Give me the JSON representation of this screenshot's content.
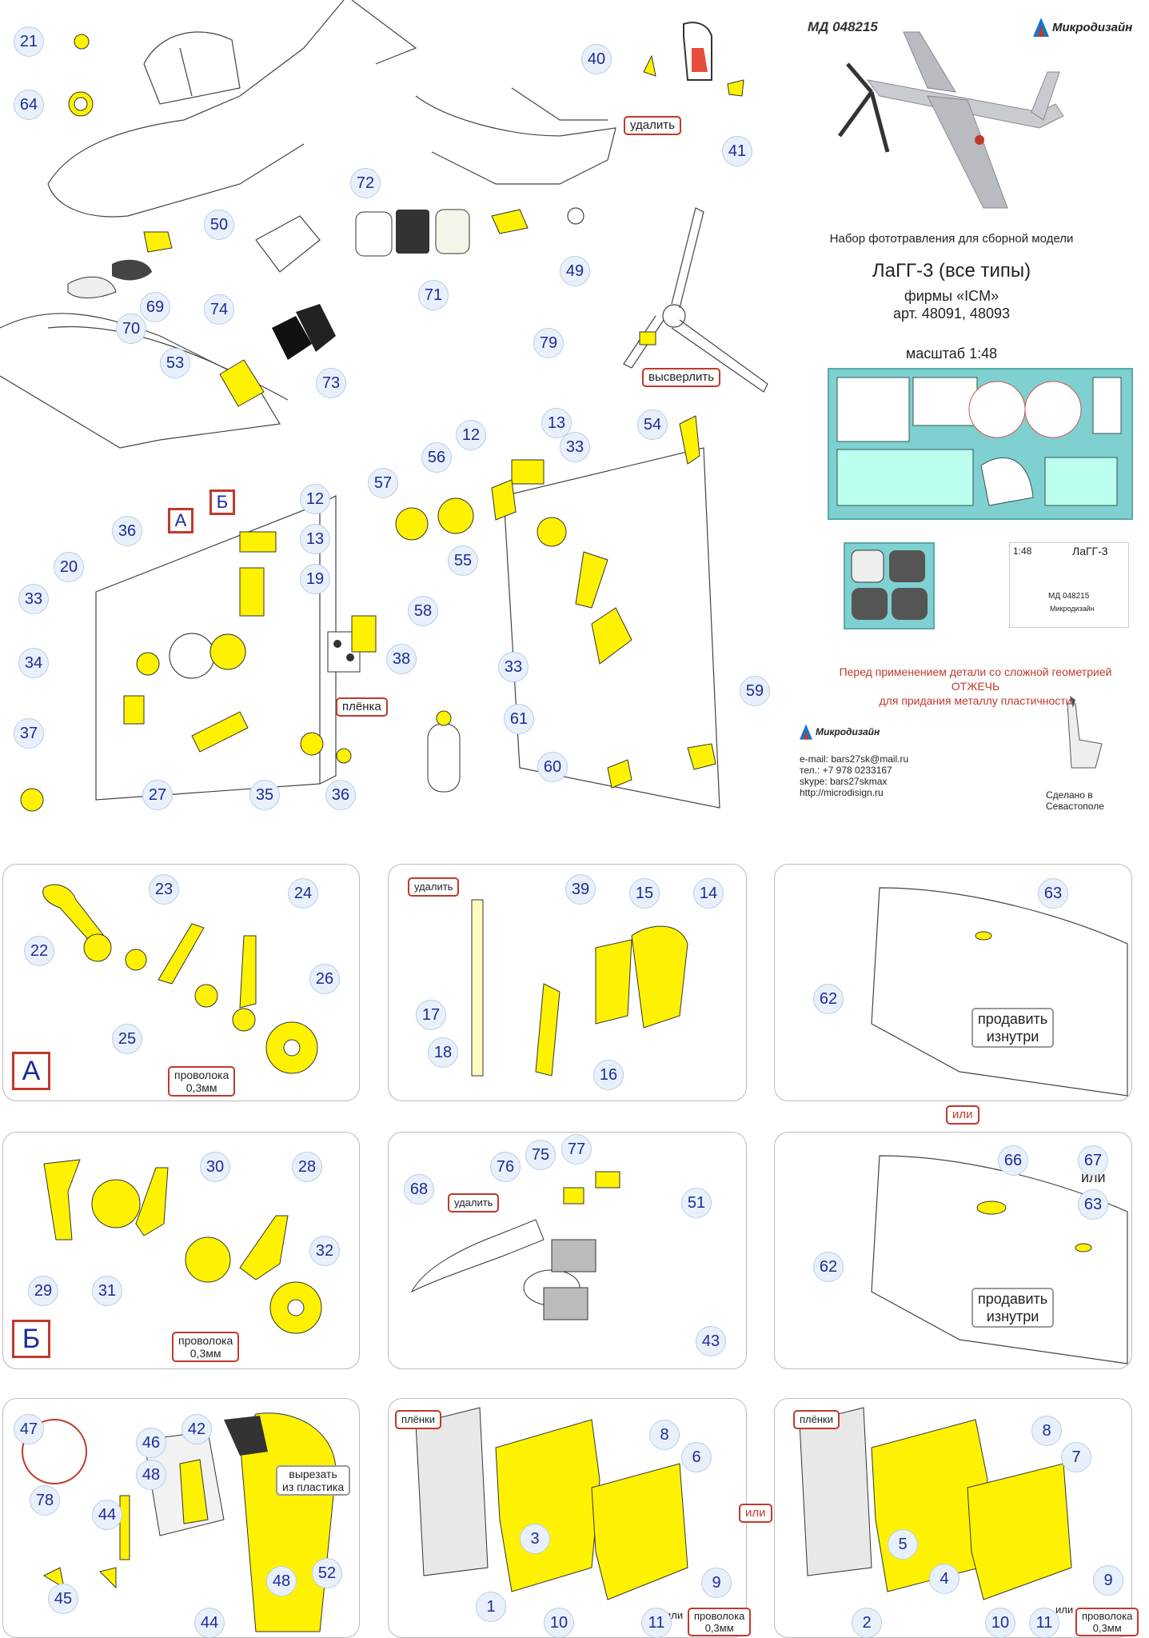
{
  "header": {
    "code": "МД 048215",
    "brand": "Микродизайн",
    "set_title": "Набор фототравления для сборной модели",
    "model": "ЛаГГ-3 (все типы)",
    "maker": "фирмы «ICM»",
    "article": "арт. 48091, 48093",
    "scale": "масштаб 1:48"
  },
  "sheet_thumb": {
    "scale": "1:48",
    "name": "ЛаГГ-3",
    "code": "МД 048215",
    "brand": "Микродизайн"
  },
  "warning": {
    "line1": "Перед применением детали со сложной геометрией",
    "line2": "ОТЖЕЧЬ",
    "line3": "для придания металлу пластичности"
  },
  "contacts": {
    "brand": "Микродизайн",
    "email": "e-mail: bars27sk@mail.ru",
    "phone": "тел.: +7 978 0233167",
    "skype": "skype: bars27skmax",
    "site": "http://microdisign.ru",
    "made_in": "Сделано в Севастополе"
  },
  "labels": {
    "remove": "удалить",
    "drill": "высверлить",
    "film": "плёнка",
    "films": "плёнки",
    "wire": "проволока",
    "wire_size": "0,3мм",
    "press_inside_1": "продавить",
    "press_inside_2": "изнутри",
    "or": "или",
    "or_lower": "или",
    "cut_plastic_1": "вырезать",
    "cut_plastic_2": "из пластика",
    "section_a": "А",
    "section_b": "Б"
  },
  "part_numbers": [
    "1",
    "2",
    "3",
    "4",
    "5",
    "6",
    "7",
    "8",
    "9",
    "10",
    "11",
    "12",
    "13",
    "14",
    "15",
    "16",
    "17",
    "18",
    "19",
    "20",
    "21",
    "22",
    "23",
    "24",
    "25",
    "26",
    "27",
    "28",
    "29",
    "30",
    "31",
    "32",
    "33",
    "34",
    "35",
    "36",
    "37",
    "38",
    "39",
    "40",
    "41",
    "42",
    "43",
    "44",
    "45",
    "46",
    "47",
    "48",
    "49",
    "50",
    "51",
    "52",
    "53",
    "54",
    "55",
    "56",
    "57",
    "58",
    "59",
    "60",
    "61",
    "62",
    "63",
    "64",
    "66",
    "67",
    "68",
    "69",
    "70",
    "71",
    "72",
    "73",
    "74",
    "75",
    "76",
    "77",
    "78",
    "79"
  ],
  "colors": {
    "part": "#fff200",
    "callout_bg": "#e8f1fb",
    "callout_text": "#1d2a99",
    "accent_red": "#c0392b",
    "sheet": "#7fd0d0"
  },
  "icons": [
    "airplane-photo",
    "fret-sheet",
    "monument"
  ]
}
